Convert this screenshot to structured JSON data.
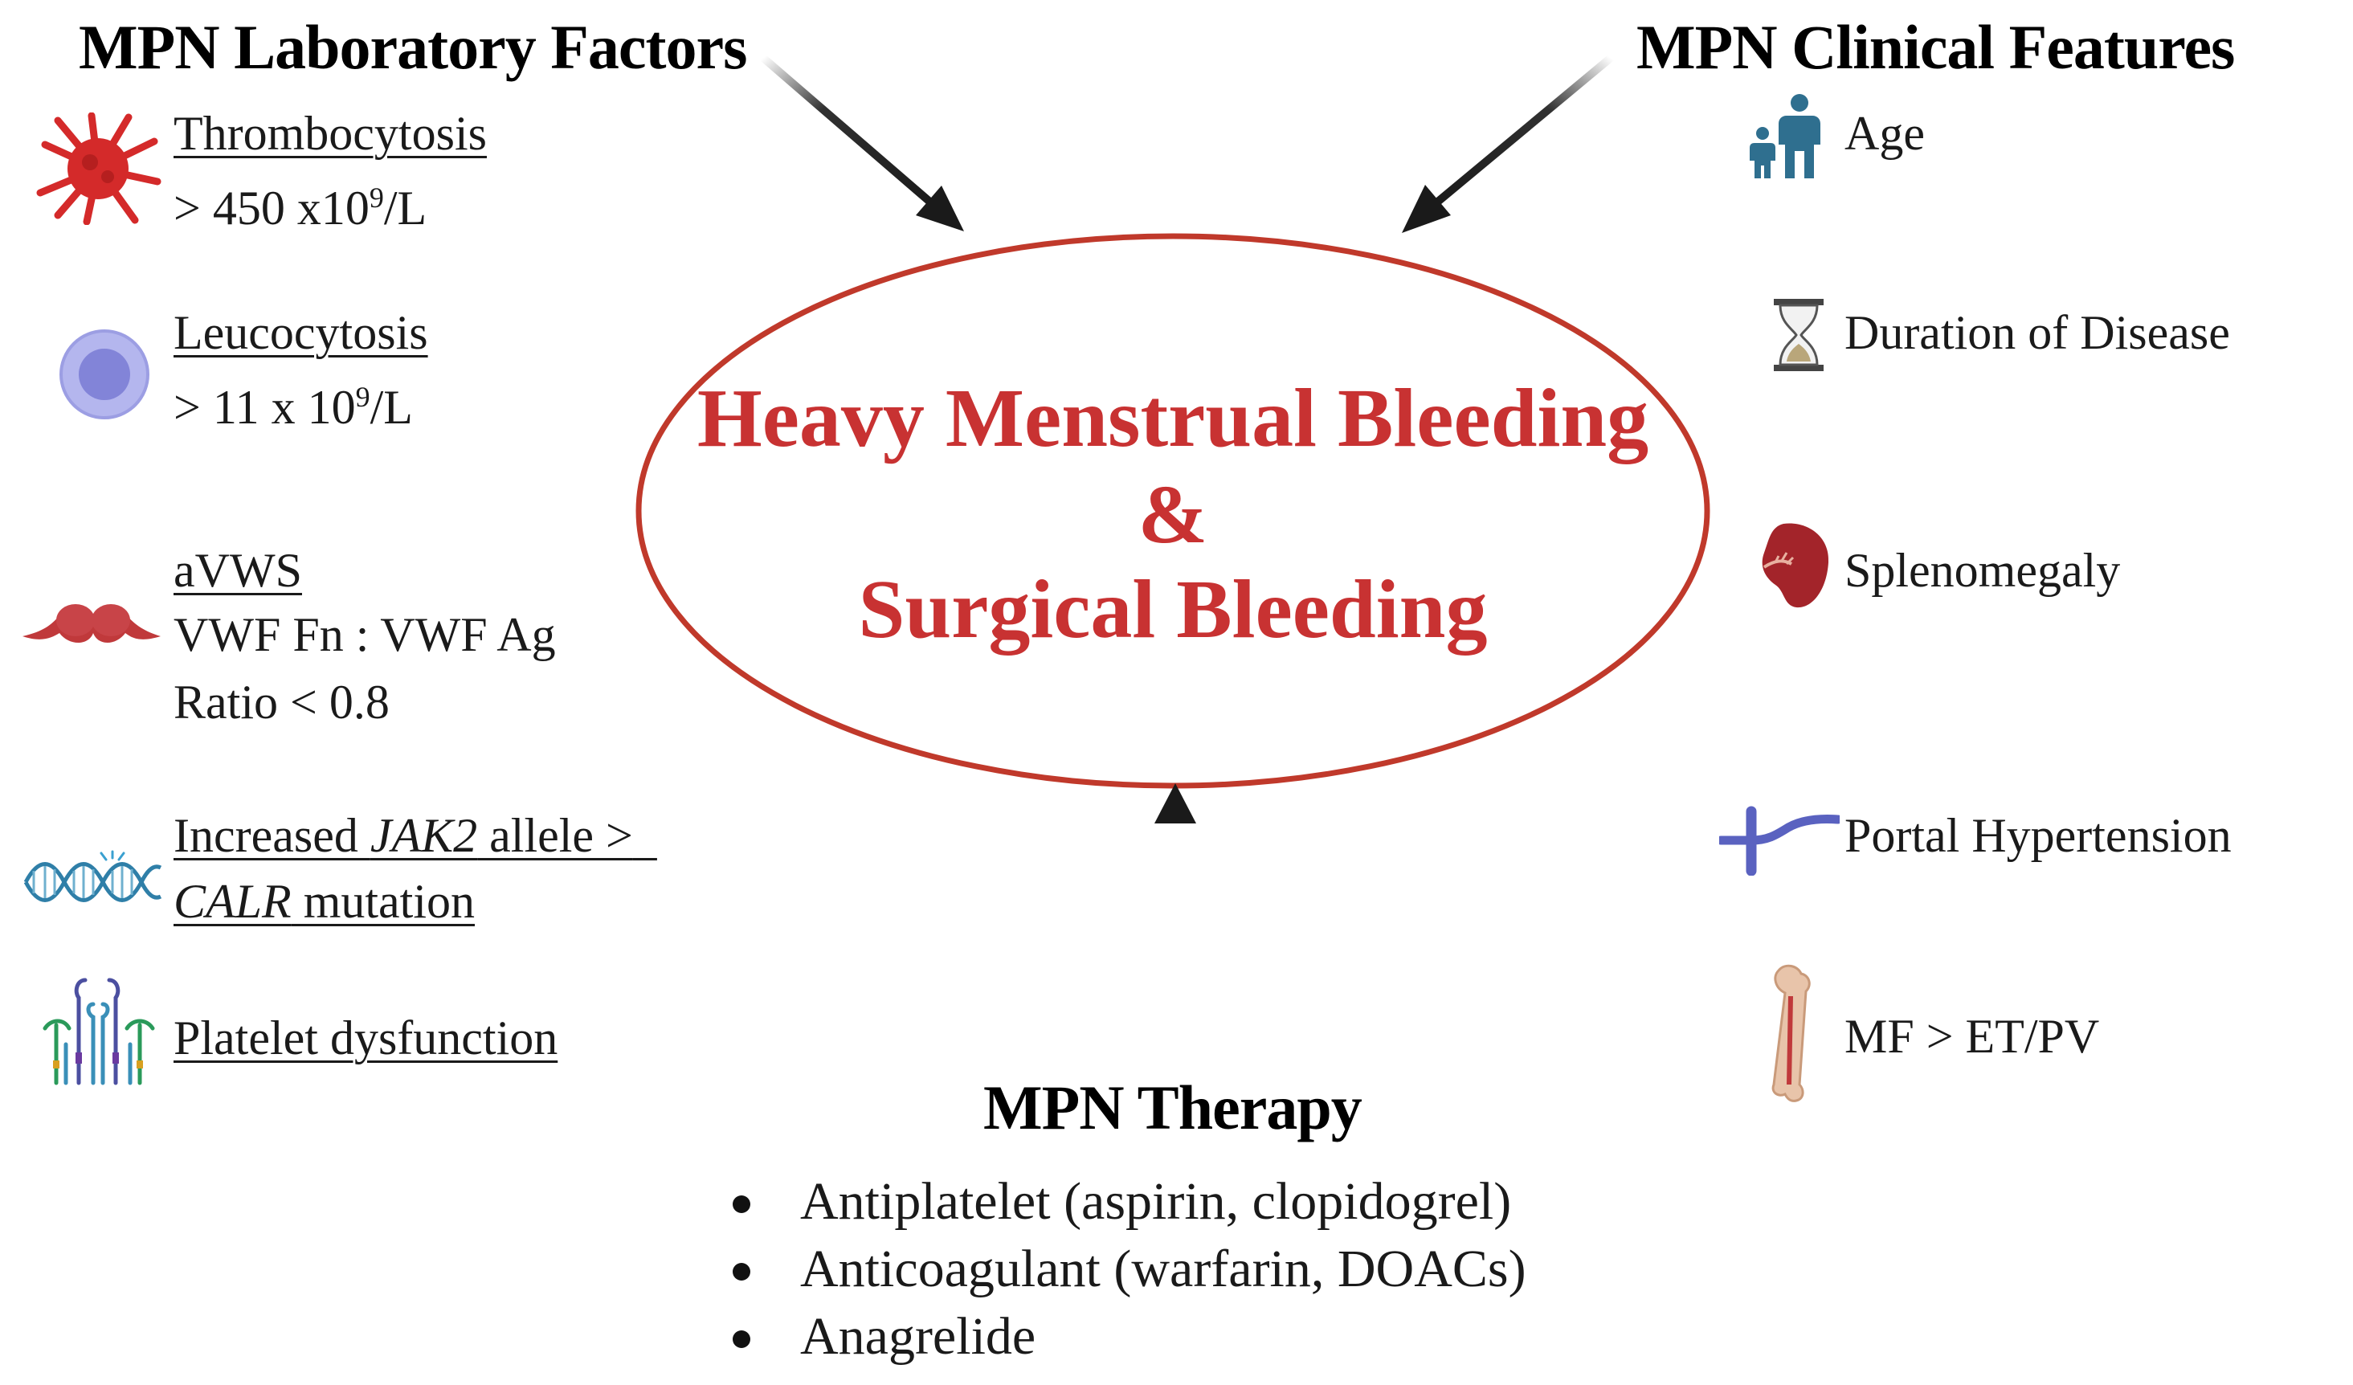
{
  "lab": {
    "heading": "MPN Laboratory Factors",
    "thrombocytosis": {
      "title": "Thrombocytosis",
      "value_prefix": "> 450 x10",
      "value_sup": "9",
      "value_suffix": "/L"
    },
    "leucocytosis": {
      "title": "Leucocytosis",
      "value_prefix": "> 11 x 10",
      "value_sup": "9",
      "value_suffix": "/L"
    },
    "avws": {
      "title": "aVWS",
      "line1": "VWF Fn : VWF Ag",
      "line2": "Ratio < 0.8"
    },
    "jak2": {
      "prefix": "Increased ",
      "gene1": "JAK2",
      "middle": " allele >",
      "gene2": "CALR",
      "suffix": " mutation"
    },
    "platelet_dysfunction": "Platelet dysfunction"
  },
  "clinical": {
    "heading": "MPN Clinical Features",
    "items": [
      "Age",
      "Duration of Disease",
      "Splenomegaly",
      "Portal Hypertension",
      "MF > ET/PV"
    ]
  },
  "center": {
    "line1": "Heavy Menstrual Bleeding",
    "line2": "&",
    "line3": "Surgical Bleeding"
  },
  "therapy": {
    "heading": "MPN Therapy",
    "items": [
      "Antiplatelet (aspirin, clopidogrel)",
      "Anticoagulant (warfarin, DOACs)",
      "Anagrelide"
    ]
  },
  "colors": {
    "center_text": "#c83232",
    "ellipse_stroke": "#c0392b",
    "arrow": "#1a1a1a",
    "platelet": "#d42a2a",
    "cell": "#8c8ce0",
    "vwf": "#c0393b",
    "person": "#2f6f8f",
    "spleen": "#a3242a",
    "vein": "#5a62c0",
    "bone": "#e0b69a"
  },
  "icons": {
    "platelet": "activated-platelet-icon",
    "cell": "leukocyte-icon",
    "vwf": "von-willebrand-factor-icon",
    "dna": "dna-icon",
    "receptors": "platelet-receptors-icon",
    "age": "people-icon",
    "duration": "hourglass-icon",
    "spleen": "spleen-icon",
    "portal": "portal-vein-icon",
    "bone": "femur-bone-icon"
  }
}
